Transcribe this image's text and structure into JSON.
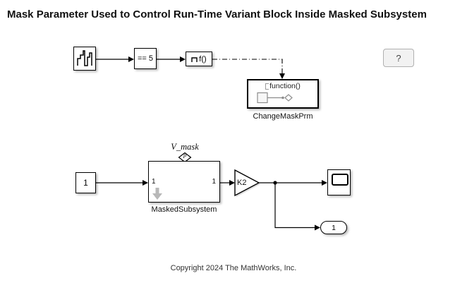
{
  "title": "Mask Parameter Used to Control Run-Time Variant Block Inside Masked Subsystem",
  "diagram": {
    "source_block": {
      "icon": "repeating-sequence-stair"
    },
    "compare_block": {
      "label": "== 5"
    },
    "function_call_block": {
      "label": "f()"
    },
    "simulink_function_block": {
      "header": "function()",
      "caption": "ChangeMaskPrm"
    },
    "help_button": {
      "label": "?"
    },
    "constant_block": {
      "value": "1"
    },
    "masked_subsystem": {
      "annotation": "V_mask",
      "param_badge": "P",
      "in_port_label": "1",
      "out_port_label": "1",
      "caption": "MaskedSubsystem"
    },
    "gain_block": {
      "label": "K2"
    },
    "scope_block": {
      "icon": "scope"
    },
    "outport_block": {
      "label": "1"
    }
  },
  "footer": {
    "copyright": "Copyright 2024 The MathWorks, Inc."
  },
  "colors": {
    "wire": "#000000",
    "badge_gray": "#b8b8b8",
    "help_bg": "#f2f2f2"
  }
}
